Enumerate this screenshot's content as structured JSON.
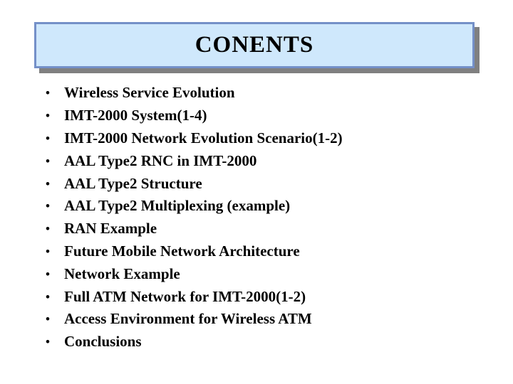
{
  "slide": {
    "title": "CONENTS",
    "bullet_char": "•",
    "items": [
      "Wireless Service Evolution",
      "IMT-2000 System(1-4)",
      "IMT-2000 Network Evolution Scenario(1-2)",
      "AAL Type2 RNC in IMT-2000",
      "AAL Type2 Structure",
      "AAL Type2 Multiplexing (example)",
      "RAN Example",
      "Future Mobile Network Architecture",
      "Network Example",
      "Full ATM Network for IMT-2000(1-2)",
      "Access Environment for Wireless ATM",
      "Conclusions"
    ],
    "colors": {
      "background": "#ffffff",
      "title_fill": "#cfe8fc",
      "title_border": "#7490c8",
      "title_shadow": "#808080",
      "text": "#000000"
    }
  }
}
